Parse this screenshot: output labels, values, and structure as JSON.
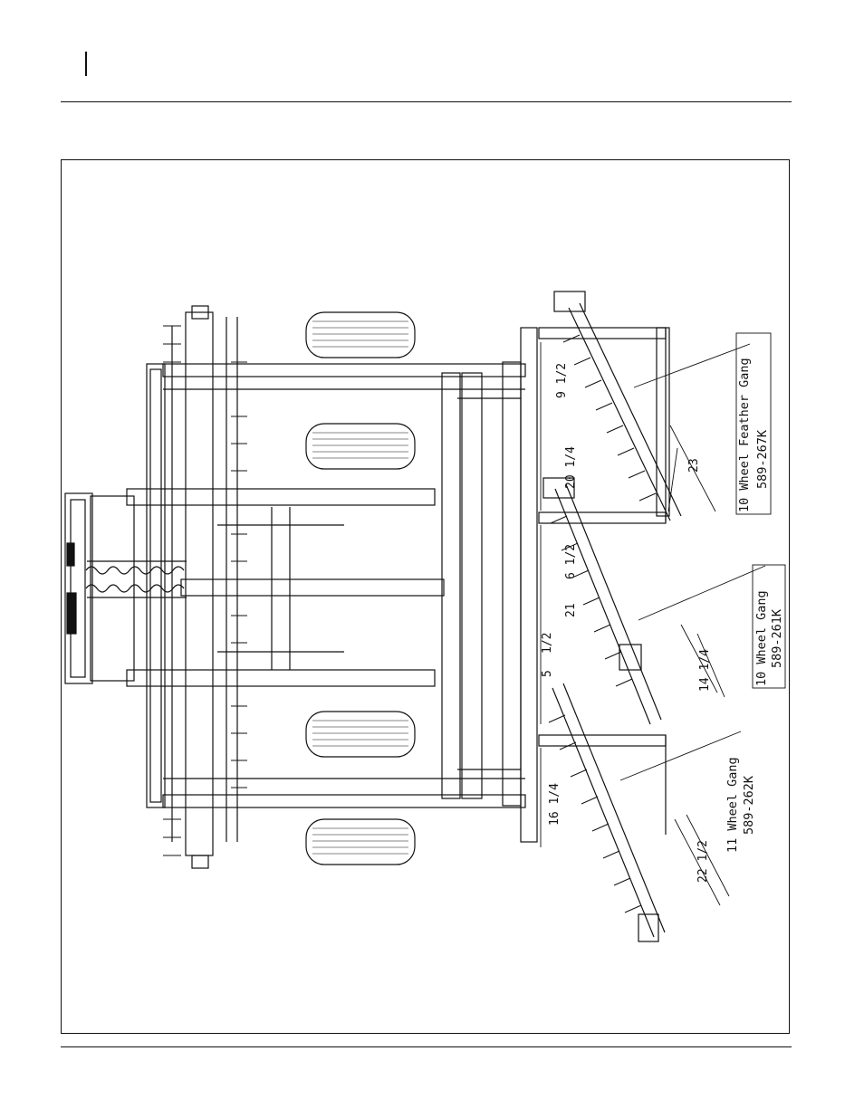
{
  "labels": [
    {
      "line1": "10 Wheel Feather Gang",
      "line2": "589-267K"
    },
    {
      "line1": "10 Wheel Gang",
      "line2": "589-261K"
    },
    {
      "line1": "11 Wheel Gang",
      "line2": "589-262K"
    }
  ],
  "dimensions": [
    "9 1/2",
    "20 1/4",
    "23",
    "6 1/2",
    "21",
    "1/2",
    "14 1/4",
    "5",
    "16 1/4",
    "22 1/2"
  ]
}
